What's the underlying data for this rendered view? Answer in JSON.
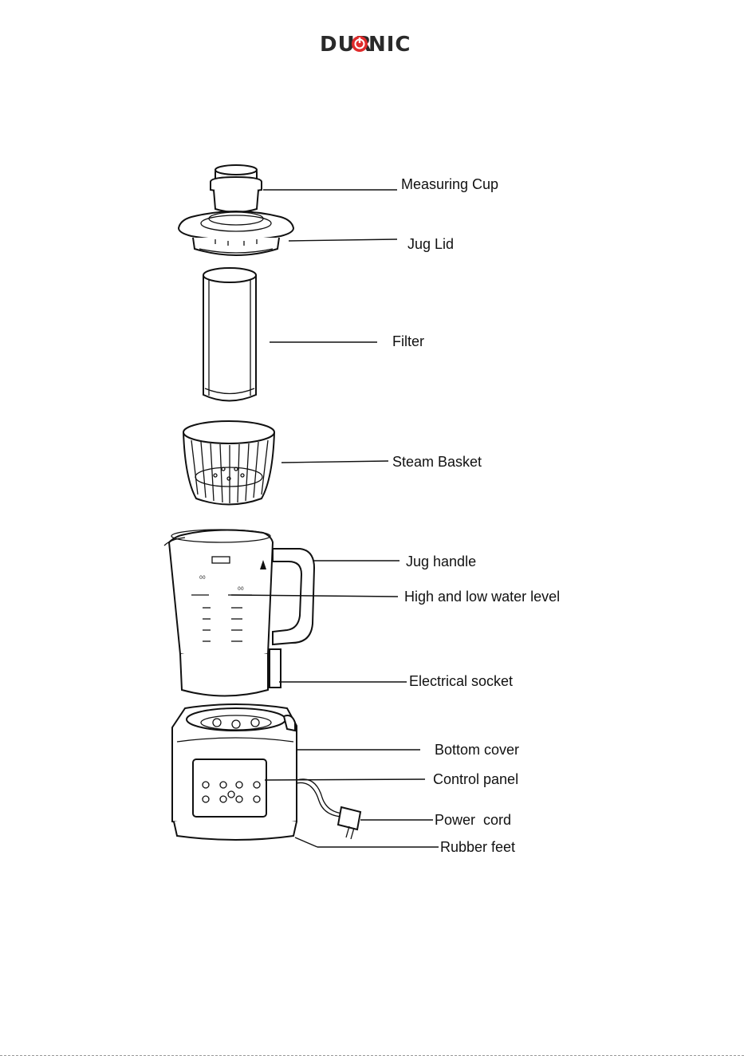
{
  "brand": {
    "left": "DUR",
    "right": "NIC",
    "accent_color": "#e02b2b",
    "logo_icon": "power-icon"
  },
  "labels": {
    "measuring_cup": "Measuring Cup",
    "jug_lid": "Jug Lid",
    "filter": "Filter",
    "steam_basket": "Steam Basket",
    "jug_handle": "Jug handle",
    "water_level": "High and low water level",
    "electrical_socket": "Electrical socket",
    "bottom_cover": "Bottom cover",
    "control_panel": "Control panel",
    "power_cord": "Power  cord",
    "rubber_feet": "Rubber feet"
  }
}
